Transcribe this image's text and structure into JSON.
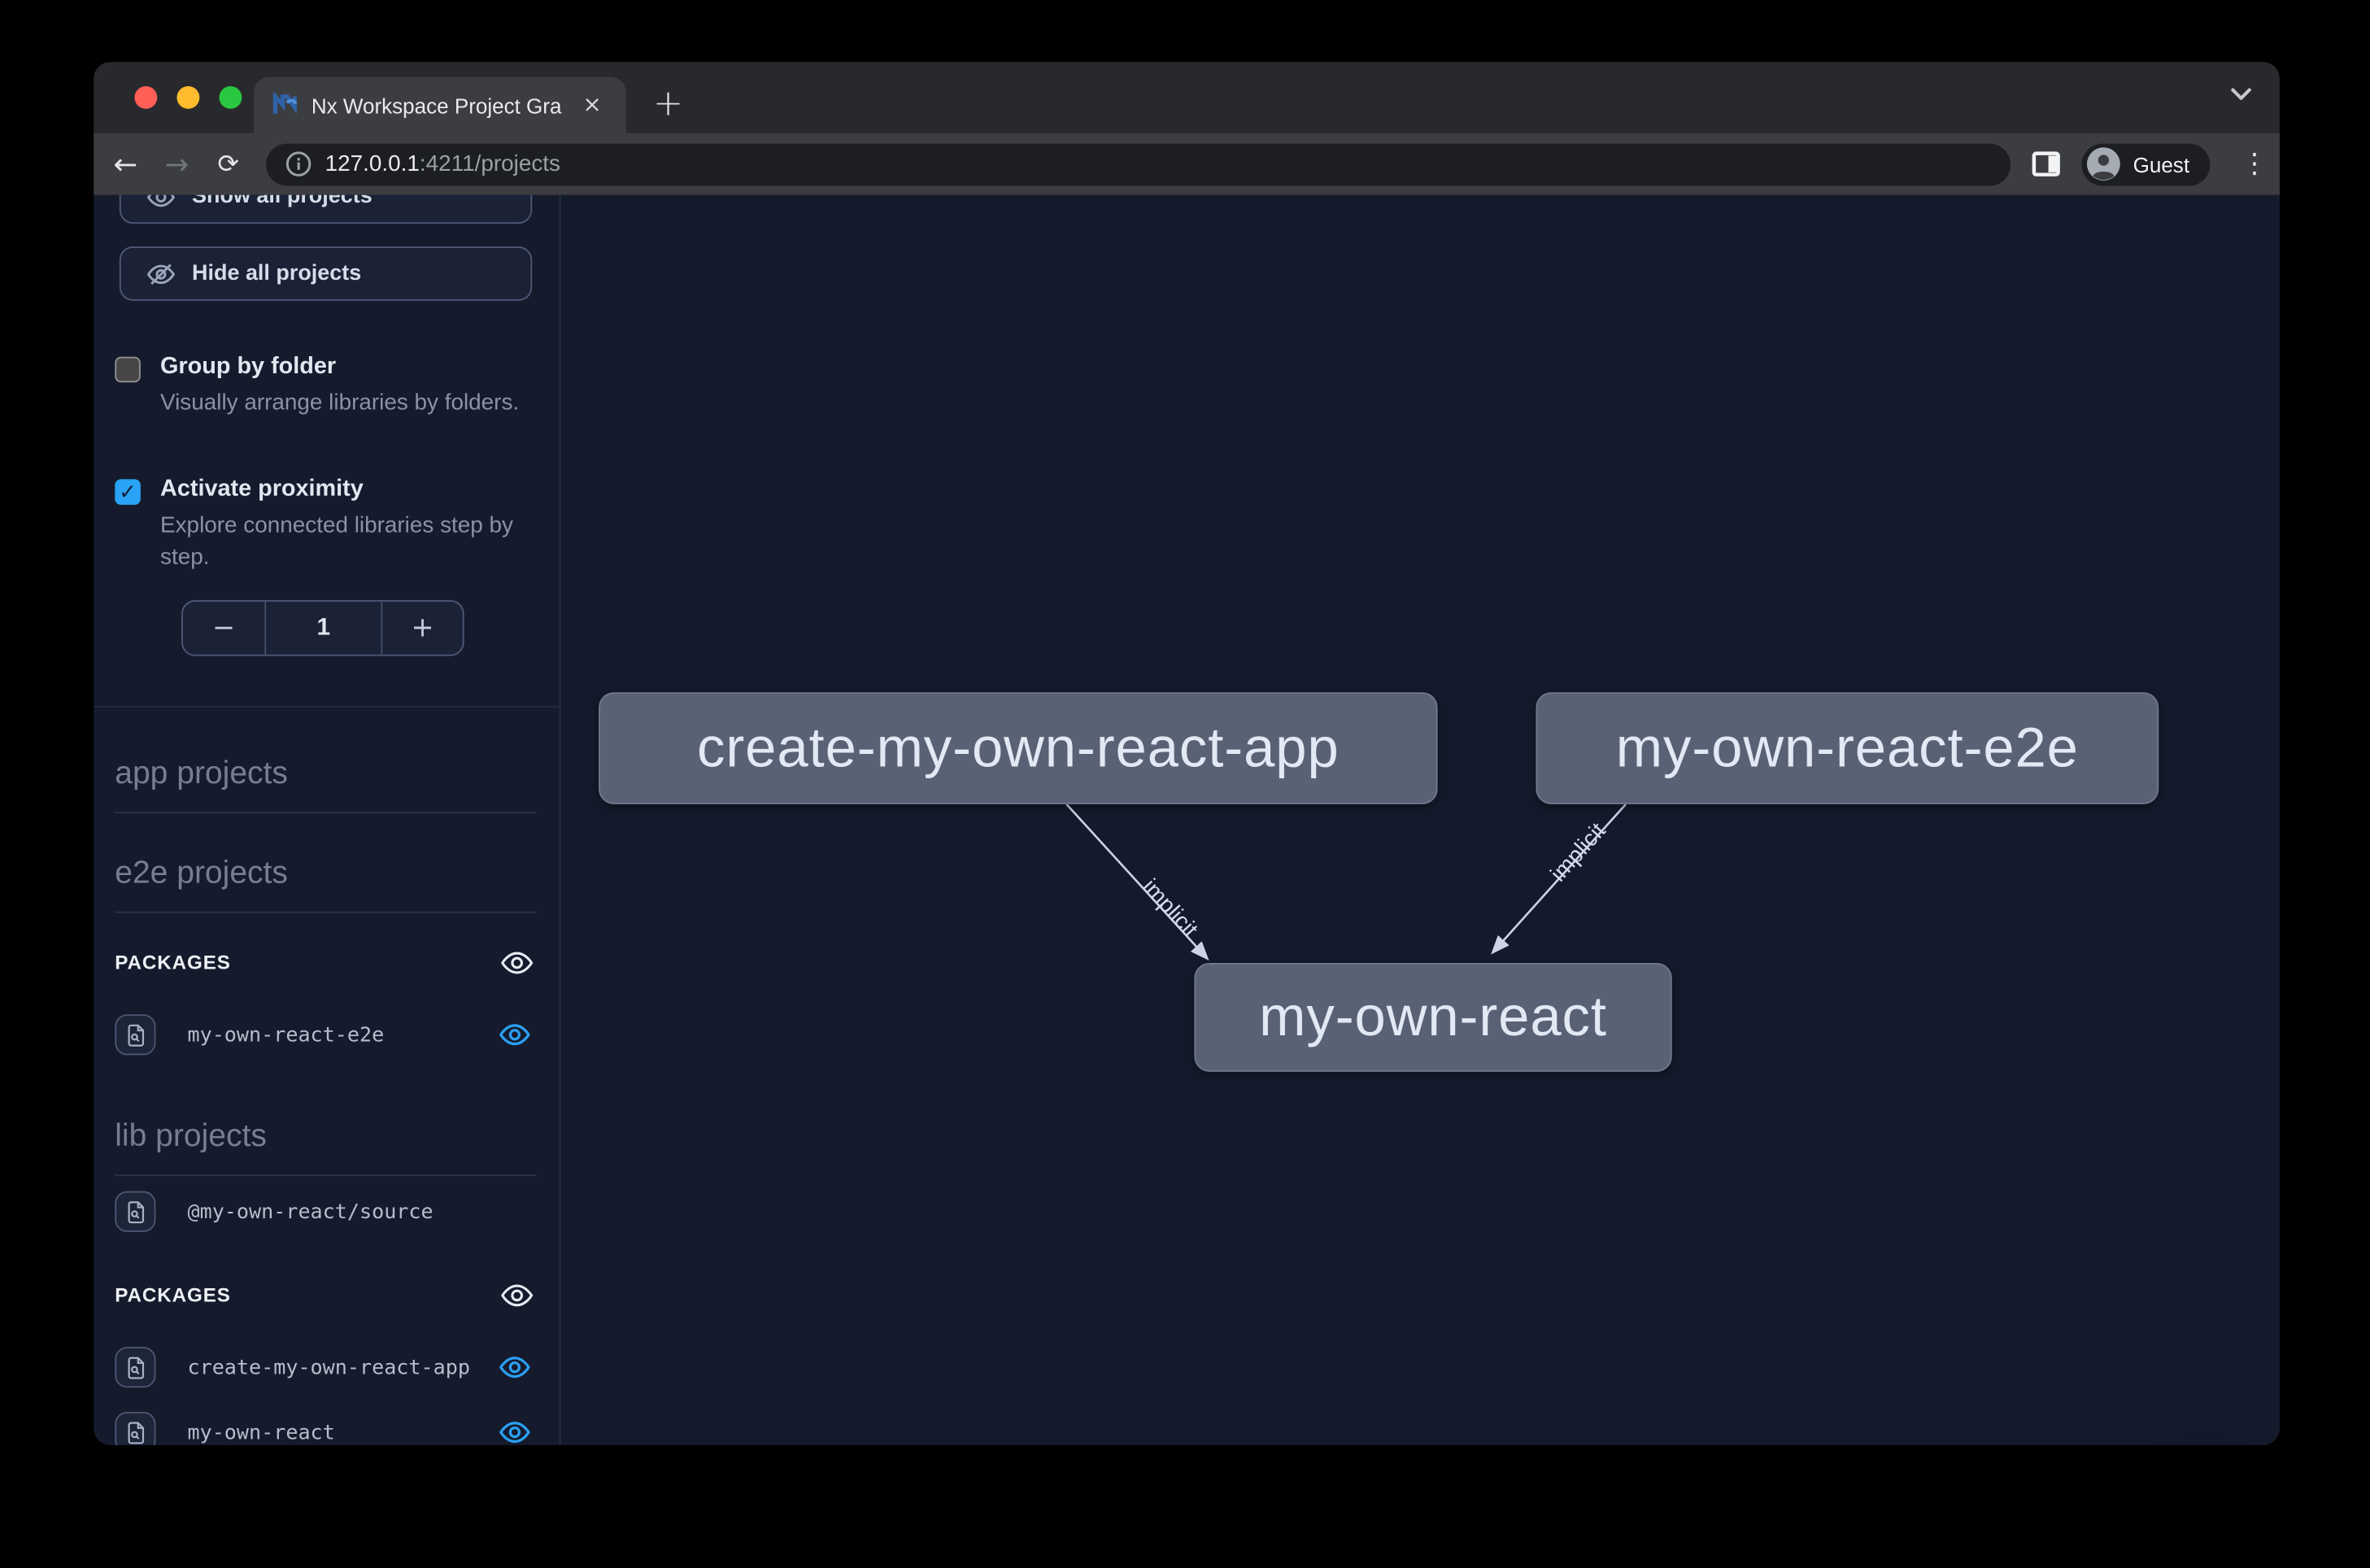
{
  "tab": {
    "title": "Nx Workspace Project Graph",
    "close_glyph": "×",
    "new_tab_glyph": "+"
  },
  "toolbar": {
    "back_glyph": "←",
    "forward_glyph": "→",
    "reload_glyph": "⟳",
    "url_host": "127.0.0.1",
    "url_rest": ":4211/projects",
    "profile_label": "Guest",
    "menu_glyph": "⋮"
  },
  "sidebar": {
    "show_all_button": "Show all projects",
    "hide_all_button": "Hide all projects",
    "group_by_folder": {
      "label": "Group by folder",
      "description": "Visually arrange libraries by folders.",
      "checked": false
    },
    "proximity": {
      "label": "Activate proximity",
      "description": "Explore connected libraries step by step.",
      "checked": true,
      "check_glyph": "✓"
    },
    "stepper": {
      "decrement_glyph": "−",
      "value": "1",
      "increment_glyph": "+"
    },
    "section_app": "app projects",
    "section_e2e": "e2e projects",
    "section_lib": "lib projects",
    "packages_header": "PACKAGES",
    "e2e_package_items": [
      {
        "label": "my-own-react-e2e"
      }
    ],
    "lib_items": [
      {
        "label": "@my-own-react/source"
      }
    ],
    "lib_package_items": [
      {
        "label": "create-my-own-react-app"
      },
      {
        "label": "my-own-react"
      }
    ]
  },
  "graph": {
    "nodes": [
      {
        "label": "create-my-own-react-app"
      },
      {
        "label": "my-own-react-e2e"
      },
      {
        "label": "my-own-react"
      }
    ],
    "edges": [
      {
        "from": "create-my-own-react-app",
        "to": "my-own-react",
        "label": "implicit"
      },
      {
        "from": "my-own-react-e2e",
        "to": "my-own-react",
        "label": "implicit"
      }
    ]
  },
  "colors": {
    "canvas_bg": "#141a2b",
    "node_fill": "#596274",
    "edge": "#ccd3e8",
    "accent_blue": "#1d9bf0",
    "checkbox_blue": "#29a3f5",
    "eye_blue": "#2b9ff3"
  }
}
